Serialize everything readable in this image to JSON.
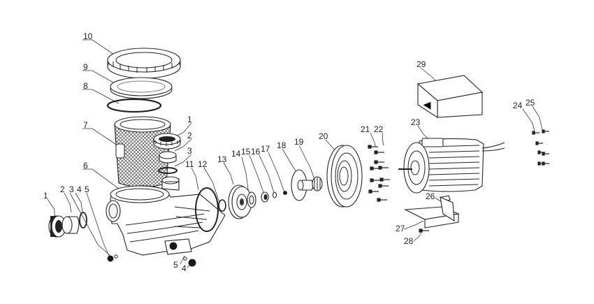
{
  "diagram": {
    "callouts": {
      "c1a": "1",
      "c2a": "2",
      "c3a": "3",
      "c4a": "4",
      "c5a": "5",
      "c1b": "1",
      "c2b": "2",
      "c3b": "3",
      "c4b": "4",
      "c5b": "5",
      "c6": "6",
      "c7": "7",
      "c8": "8",
      "c9": "9",
      "c10": "10",
      "c11": "11",
      "c12": "12",
      "c13": "13",
      "c14": "14",
      "c15": "15",
      "c16": "16",
      "c17": "17",
      "c18": "18",
      "c19": "19",
      "c20": "20",
      "c21": "21",
      "c22": "22",
      "c23": "23",
      "c24": "24",
      "c25": "25",
      "c26": "26",
      "c27": "27",
      "c28": "28",
      "c29": "29"
    }
  }
}
